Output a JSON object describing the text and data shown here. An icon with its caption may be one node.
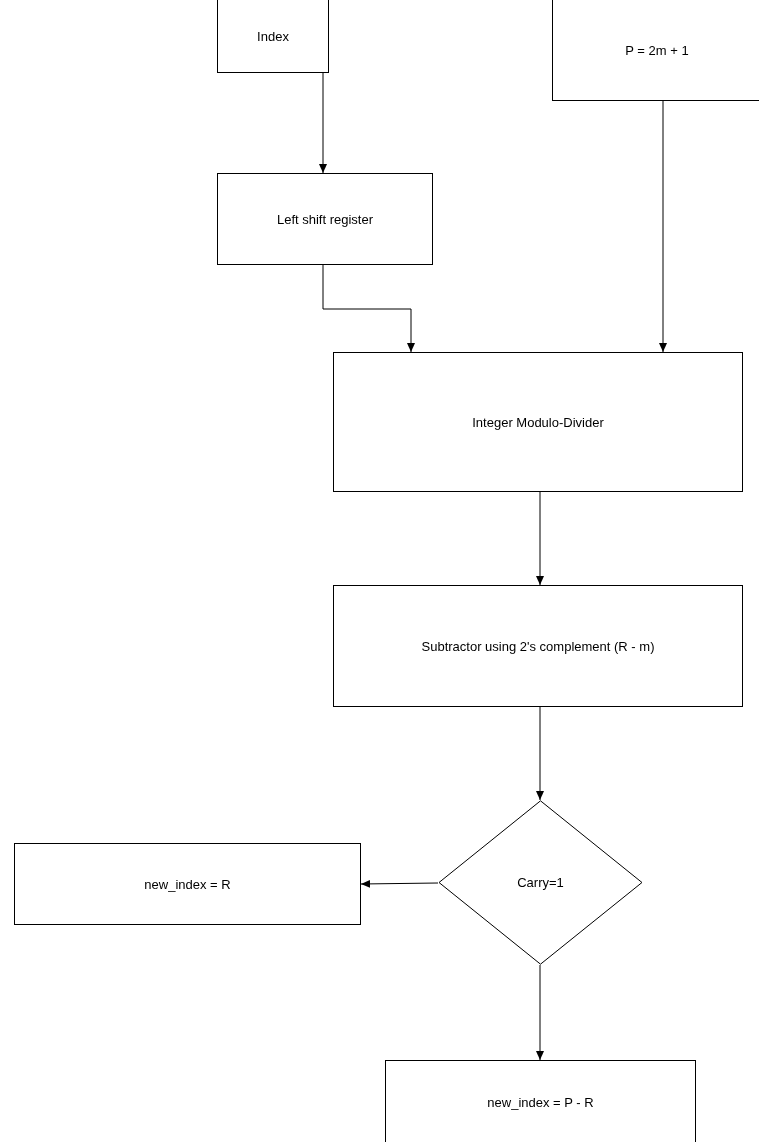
{
  "diagram": {
    "nodes": [
      {
        "text": [
          "Index"
        ]
      },
      {
        "text": [
          "P = 2m + 1"
        ]
      },
      {
        "text": [
          "Left shift register"
        ]
      },
      {
        "text": [
          "Integer Modulo-Divider"
        ]
      },
      {
        "text": [
          "Subtractor using 2's complement (R - m)"
        ]
      },
      {
        "text": [
          "Carry=1"
        ]
      },
      {
        "text": [
          "new_index = R"
        ]
      },
      {
        "text": [
          "new_index = P - R"
        ]
      }
    ],
    "edges": [
      {
        "from": 0,
        "to": 2,
        "arrow": "to"
      },
      {
        "from": 2,
        "to": 3,
        "arrow": "to"
      },
      {
        "from": 1,
        "to": 3,
        "arrow": "to"
      },
      {
        "from": 3,
        "to": 4,
        "arrow": "to"
      },
      {
        "from": 4,
        "to": 5,
        "arrow": "to"
      },
      {
        "from": 5,
        "to": 6,
        "arrow": "to"
      },
      {
        "from": 5,
        "to": 7,
        "arrow": "to"
      }
    ]
  }
}
